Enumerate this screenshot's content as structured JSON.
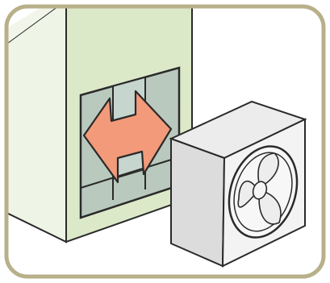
{
  "illustration": {
    "subject": "wall-fan-removal",
    "icons": {
      "frame": "rounded-frame",
      "wall": "wall-block",
      "opening": "wall-opening",
      "arrow": "double-arrow-icon",
      "fan": "ventilation-fan-icon"
    },
    "colors": {
      "frame_border": "#b8b08a",
      "background": "#ffffff",
      "wall_front": "#dce9c9",
      "wall_side": "#eef4e6",
      "wall_top": "#f2f6ea",
      "opening_fill": "#b9c9bd",
      "opening_light": "#c6d6cf",
      "arrow_fill": "#f29a7a",
      "fan_body": "#f3f3f3",
      "fan_side": "#dcdcdc",
      "line": "#2a2a2a"
    }
  }
}
